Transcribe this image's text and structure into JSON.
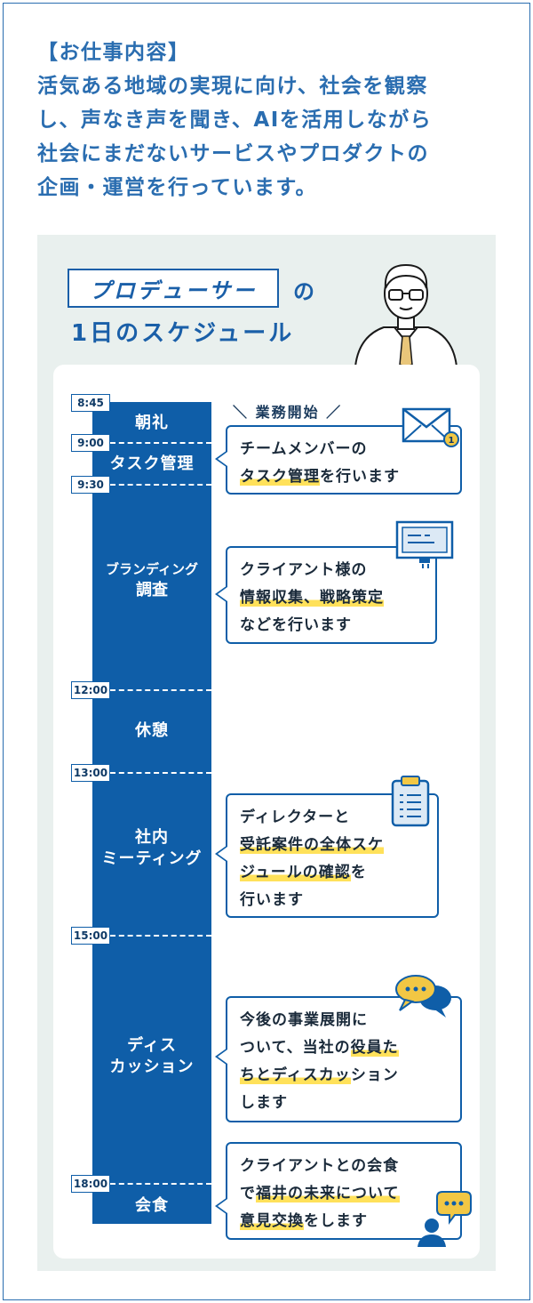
{
  "intro": {
    "lines": [
      "【お仕事内容】",
      "活気ある地域の実現に向け、社会を観察",
      "し、声なき声を聞き、AIを活用しながら",
      "社会にまだないサービスやプロダクトの",
      "企画・運営を行っています。"
    ]
  },
  "header": {
    "role": "プロデューサー",
    "no": "の",
    "subtitle": "1日のスケジュール"
  },
  "start_label": "業務開始",
  "times": [
    "8:45",
    "9:00",
    "9:30",
    "12:00",
    "13:00",
    "15:00",
    "18:00"
  ],
  "activities": [
    {
      "lines": [
        "朝礼"
      ]
    },
    {
      "lines": [
        "タスク管理"
      ]
    },
    {
      "lines": [
        "ブランディング",
        "調査"
      ]
    },
    {
      "lines": [
        "休憩"
      ]
    },
    {
      "lines": [
        "社内",
        "ミーティング"
      ]
    },
    {
      "lines": [
        "ディス",
        "カッション"
      ]
    },
    {
      "lines": [
        "会食"
      ]
    }
  ],
  "bubbles": [
    {
      "l1": "チームメンバーの",
      "l2_hl": "タスク管理",
      "l2_rest": "を行います"
    },
    {
      "l1": "クライアント様の",
      "l2_hl": "情報収集、戦略策定",
      "l3": "などを行います"
    },
    {
      "l1": "ディレクターと",
      "l2_hl": "受託案件の全体スケ",
      "l3_hl": "ジュールの確認",
      "l3_rest": "を",
      "l4": "行います"
    },
    {
      "l1": "今後の事業展開に",
      "l2_pre": "ついて、当社の",
      "l2_hl": "役員た",
      "l3_hl": "ちとディスカッ",
      "l3_rest": "ション",
      "l4": "します"
    },
    {
      "l1": "クライアントとの会食",
      "l2_pre": "で",
      "l2_hl": "福井の未来について",
      "l3_hl": "意見交換",
      "l3_rest": "をします"
    }
  ],
  "colors": {
    "accent": "#0f5ea8",
    "highlight": "#ffe15a",
    "panel": "#e9f0ee",
    "icon_yellow": "#f2c744"
  },
  "icons": [
    "envelope-icon",
    "monitor-icon",
    "clipboard-icon",
    "chat-bubbles-icon",
    "person-chat-icon",
    "producer-illustration"
  ]
}
